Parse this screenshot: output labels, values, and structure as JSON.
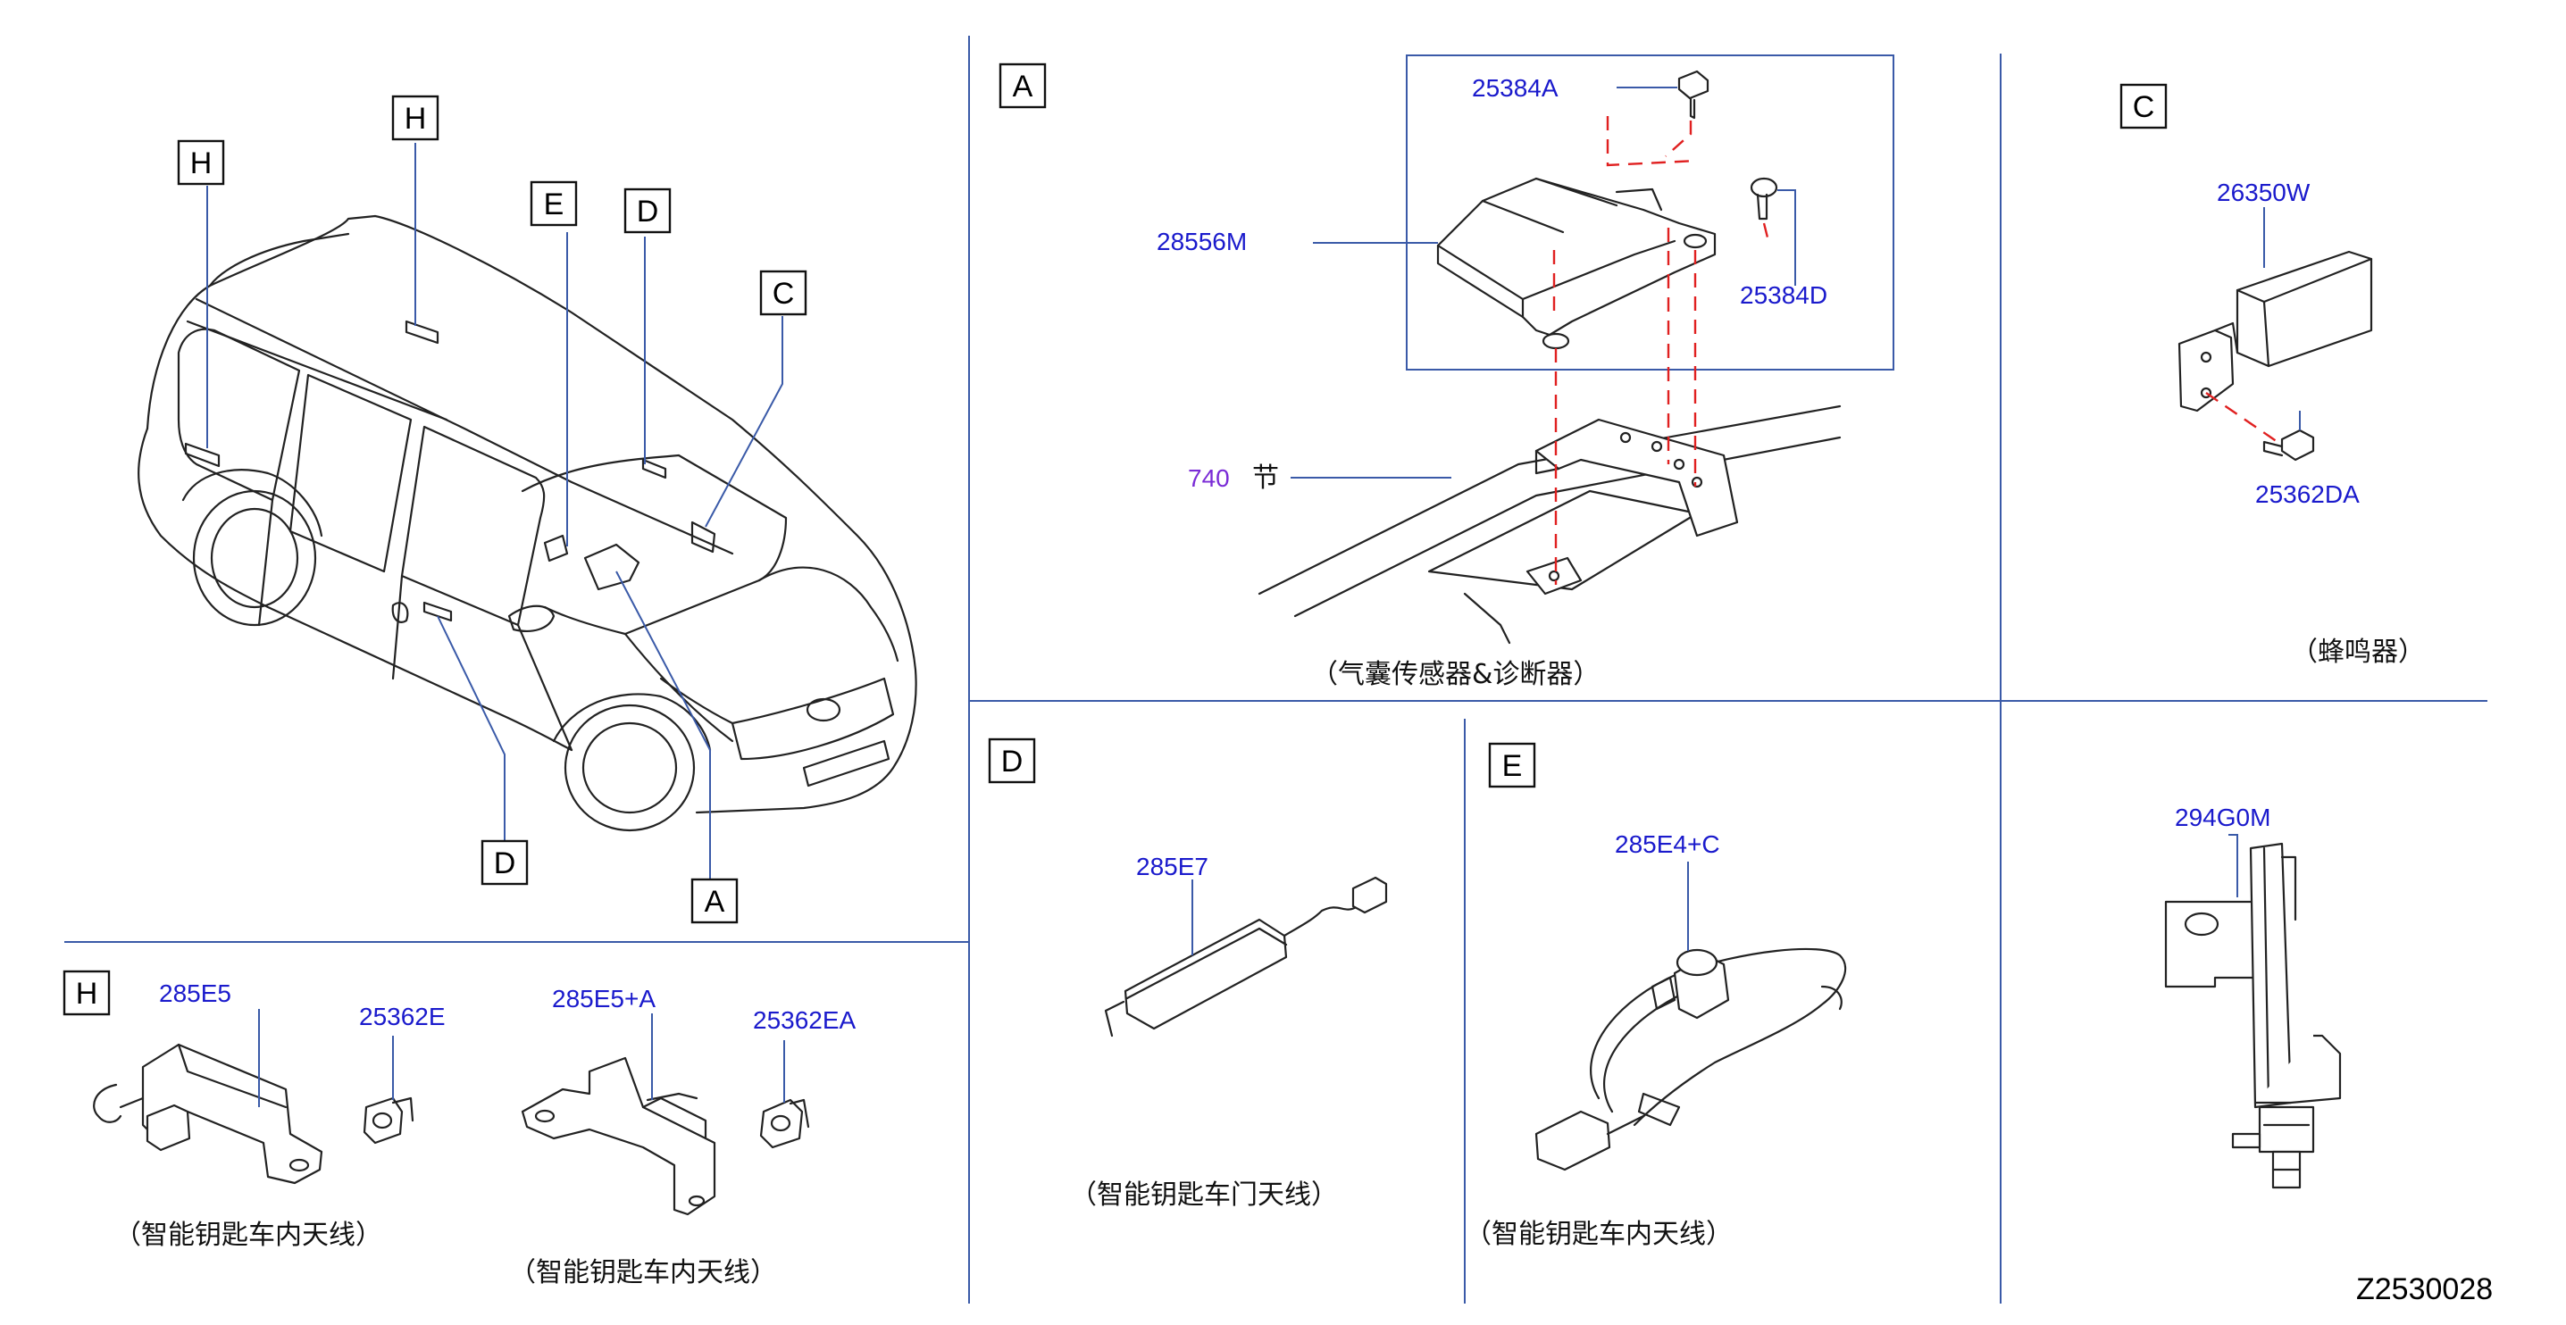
{
  "diagram_code": "Z2530028",
  "section_labels": {
    "A": "A",
    "C": "C",
    "D": "D",
    "E": "E",
    "H": "H"
  },
  "vehicle": {
    "callouts": [
      "H",
      "H",
      "E",
      "D",
      "C",
      "D",
      "A"
    ]
  },
  "section_a": {
    "parts": {
      "bolt_top": "25384A",
      "sensor": "28556M",
      "bolt_side": "25384D",
      "ref": "740",
      "ref_suffix": "节"
    },
    "caption": "（气囊传感器&诊断器）"
  },
  "section_c": {
    "parts": {
      "buzzer": "26350W",
      "bolt": "25362DA"
    },
    "caption": "（蜂鸣器）"
  },
  "section_d": {
    "parts": {
      "antenna": "285E7"
    },
    "caption": "（智能钥匙车门天线）"
  },
  "section_e": {
    "parts": {
      "antenna": "285E4+C"
    },
    "caption": "（智能钥匙车内天线）"
  },
  "section_f": {
    "parts": {
      "part": "294G0M"
    }
  },
  "section_h": {
    "parts": {
      "antenna_1": "285E5",
      "clip_1": "25362E",
      "antenna_2": "285E5+A",
      "clip_2": "25362EA"
    },
    "caption_1": "（智能钥匙车内天线）",
    "caption_2": "（智能钥匙车内天线）"
  },
  "colors": {
    "part_number": "#1a1acc",
    "reference_number": "#7a2bd6",
    "dashed_guide": "#e02020",
    "divider": "#3a5aa8"
  }
}
